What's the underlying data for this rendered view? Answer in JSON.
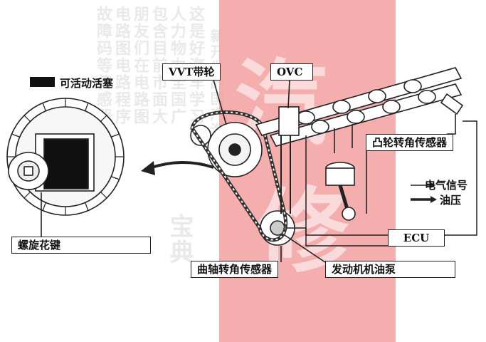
{
  "labels": {
    "piston": "可活动活塞",
    "vvt_pulley": "VVT带轮",
    "ovc": "OVC",
    "cam_sensor": "凸轮转角传感器",
    "electric_signal": "电气信号",
    "oil_pressure": "油压",
    "ecu": "ECU",
    "helical_spline": "螺旋花键",
    "crank_sensor": "曲轴转角传感器",
    "oil_pump": "发动机机油泵"
  },
  "watermark": {
    "char_top": "汽",
    "char_bottom": "修",
    "bg_columns": [
      "这是好汽车学习的",
      "人力物力全国广",
      "包含目前市面大",
      "朋友们在电路图",
      "电路图电路程序",
      "故障码等传感器",
      "新开发的国产汽",
      "宝典"
    ]
  },
  "colors": {
    "red_band": "#f2a0a0",
    "line": "#222222",
    "watermark_text": "#e6e6e6"
  }
}
